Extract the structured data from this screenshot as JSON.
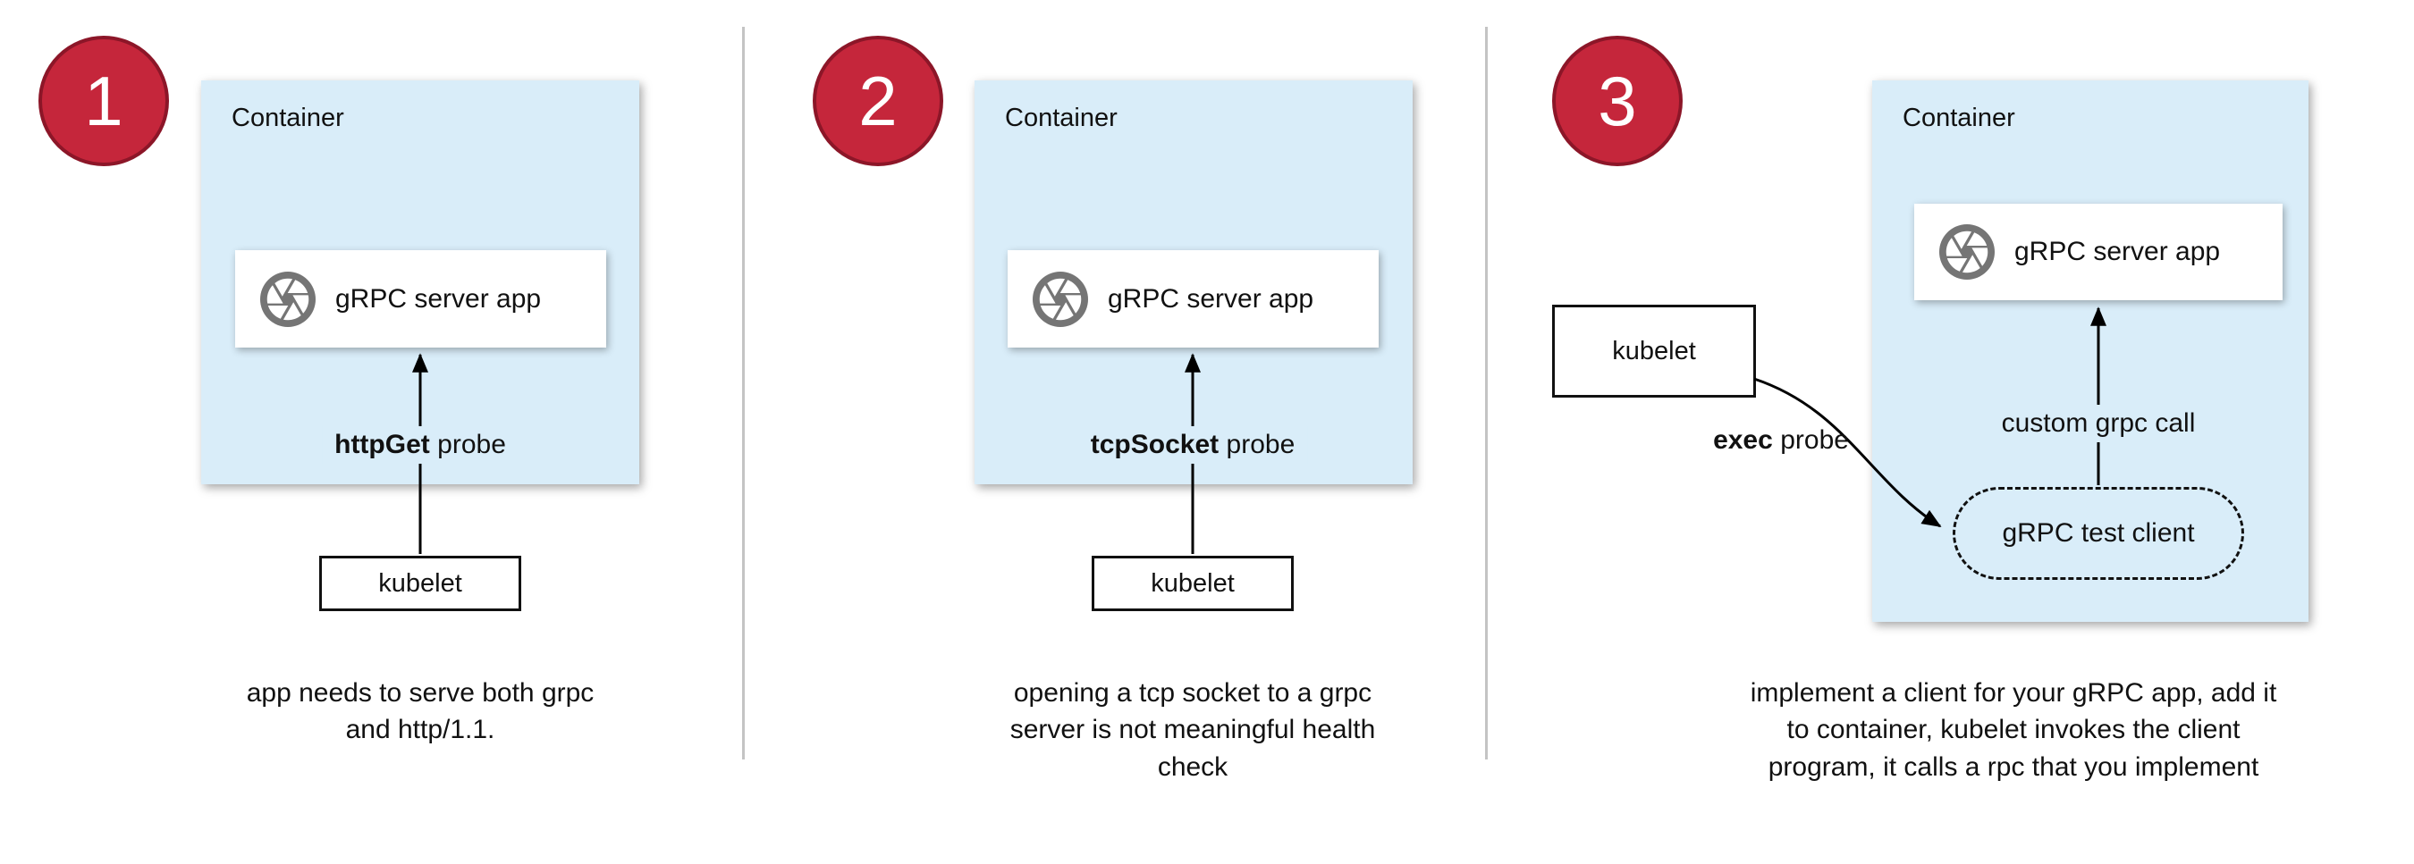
{
  "panels": [
    {
      "number": "1",
      "container_label": "Container",
      "server_app_label": "gRPC server app",
      "probe_bold": "httpGet",
      "probe_rest": "probe",
      "kubelet_label": "kubelet",
      "caption": "app needs to serve both grpc\nand http/1.1."
    },
    {
      "number": "2",
      "container_label": "Container",
      "server_app_label": "gRPC server app",
      "probe_bold": "tcpSocket",
      "probe_rest": "probe",
      "kubelet_label": "kubelet",
      "caption": "opening a tcp socket to a grpc\nserver is not meaningful health\ncheck"
    },
    {
      "number": "3",
      "container_label": "Container",
      "server_app_label": "gRPC server app",
      "probe_bold": "exec",
      "probe_rest": "probe",
      "kubelet_label": "kubelet",
      "test_client_label": "gRPC test client",
      "custom_call_label": "custom grpc call",
      "caption": "implement a client for your gRPC app, add it\nto container, kubelet invokes the client\nprogram, it calls a rpc that you implement"
    }
  ],
  "icons": {
    "server_app_icon": "aperture-icon"
  },
  "colors": {
    "badge_fill": "#c5263b",
    "badge_border": "#8c1628",
    "container_fill": "#d9edf9",
    "icon_gray": "#757575",
    "line_color": "#000000",
    "divider_gray": "#c4c4c4"
  }
}
